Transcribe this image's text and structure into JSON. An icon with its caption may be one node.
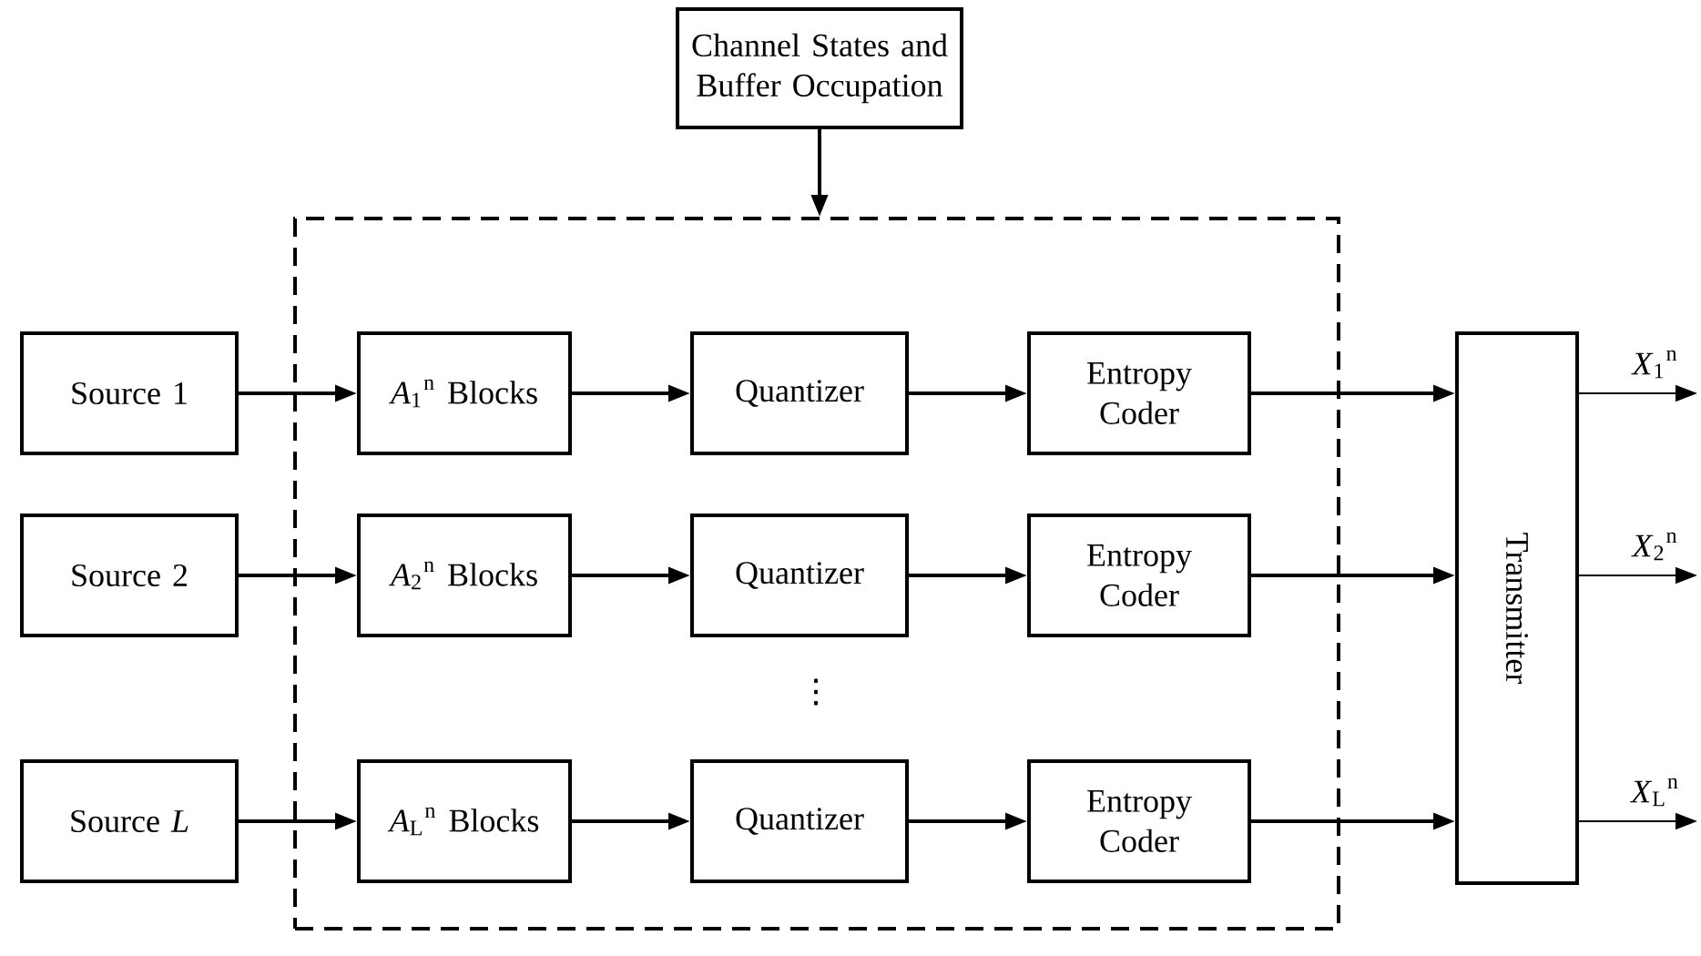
{
  "diagram": {
    "nodes": [
      {
        "text": [
          "Channel States and Buffer Occupation"
        ]
      },
      {
        "text": [],
        "shape": "box"
      },
      {
        "text": [
          "Source 1"
        ]
      },
      {
        "text": [
          "Source 2"
        ]
      },
      {
        "text": [
          "Source *L*"
        ]
      },
      {
        "text": [
          "*A*$_{1}$$^{n}$ Blocks"
        ],
        "in": 1
      },
      {
        "text": [
          "Quantizer"
        ],
        "in": 1
      },
      {
        "text": [
          "Entropy Coder"
        ],
        "in": 1
      },
      {
        "text": [
          "*A*$_{2}$$^{n}$ Blocks"
        ],
        "in": 1
      },
      {
        "text": [
          "Quantizer"
        ],
        "in": 1
      },
      {
        "text": [
          "Entropy Coder"
        ],
        "in": 1
      },
      {
        "text": [
          "*A*$_{L}$$^{n}$ Blocks"
        ],
        "in": 1
      },
      {
        "text": [
          "Quantizer"
        ],
        "in": 1
      },
      {
        "text": [
          "Entropy Coder"
        ],
        "in": 1
      },
      {
        "text": [
          "Transmitter"
        ]
      }
    ],
    "edges": [
      {
        "from": 0,
        "to": 1,
        "arrow": "to"
      },
      {
        "from": 2,
        "to": 5,
        "arrow": "to"
      },
      {
        "from": 5,
        "to": 6,
        "arrow": "to"
      },
      {
        "from": 6,
        "to": 7,
        "arrow": "to"
      },
      {
        "from": 7,
        "to": 14,
        "arrow": "to"
      },
      {
        "from": 3,
        "to": 8,
        "arrow": "to"
      },
      {
        "from": 8,
        "to": 9,
        "arrow": "to"
      },
      {
        "from": 9,
        "to": 10,
        "arrow": "to"
      },
      {
        "from": 10,
        "to": 14,
        "arrow": "to"
      },
      {
        "from": 4,
        "to": 11,
        "arrow": "to"
      },
      {
        "from": 11,
        "to": 12,
        "arrow": "to"
      },
      {
        "from": 12,
        "to": 13,
        "arrow": "to"
      },
      {
        "from": 13,
        "to": 14,
        "arrow": "to"
      },
      {
        "from": 14,
        "to": null,
        "arrow": "to",
        "label": "*X*$_{1}$$^{n}$"
      },
      {
        "from": 14,
        "to": null,
        "arrow": "to",
        "label": "*X*$_{2}$$^{n}$"
      },
      {
        "from": 14,
        "to": null,
        "arrow": "to",
        "label": "*X*$_{L}$$^{n}$"
      }
    ],
    "labels": [
      "⋮"
    ]
  }
}
